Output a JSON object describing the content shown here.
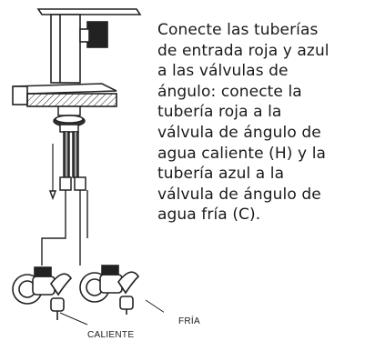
{
  "instructions": {
    "lines": [
      "Conecte las tuberías",
      "de entrada roja y azul",
      "a las válvulas de",
      "ángulo: conecte la",
      "tubería roja a la",
      "válvula de ángulo de",
      "agua caliente (H) y la",
      "tubería azul a la",
      "válvula de ángulo de",
      "agua fría (C)."
    ]
  },
  "labels": {
    "cold": "FRÍA",
    "hot": "CALIENTE"
  },
  "icons": {
    "faucet": "faucet-icon",
    "countertop": "countertop-icon",
    "hoses": "supply-hoses-icon",
    "valve_hot": "angle-valve-icon",
    "valve_cold": "angle-valve-icon"
  }
}
